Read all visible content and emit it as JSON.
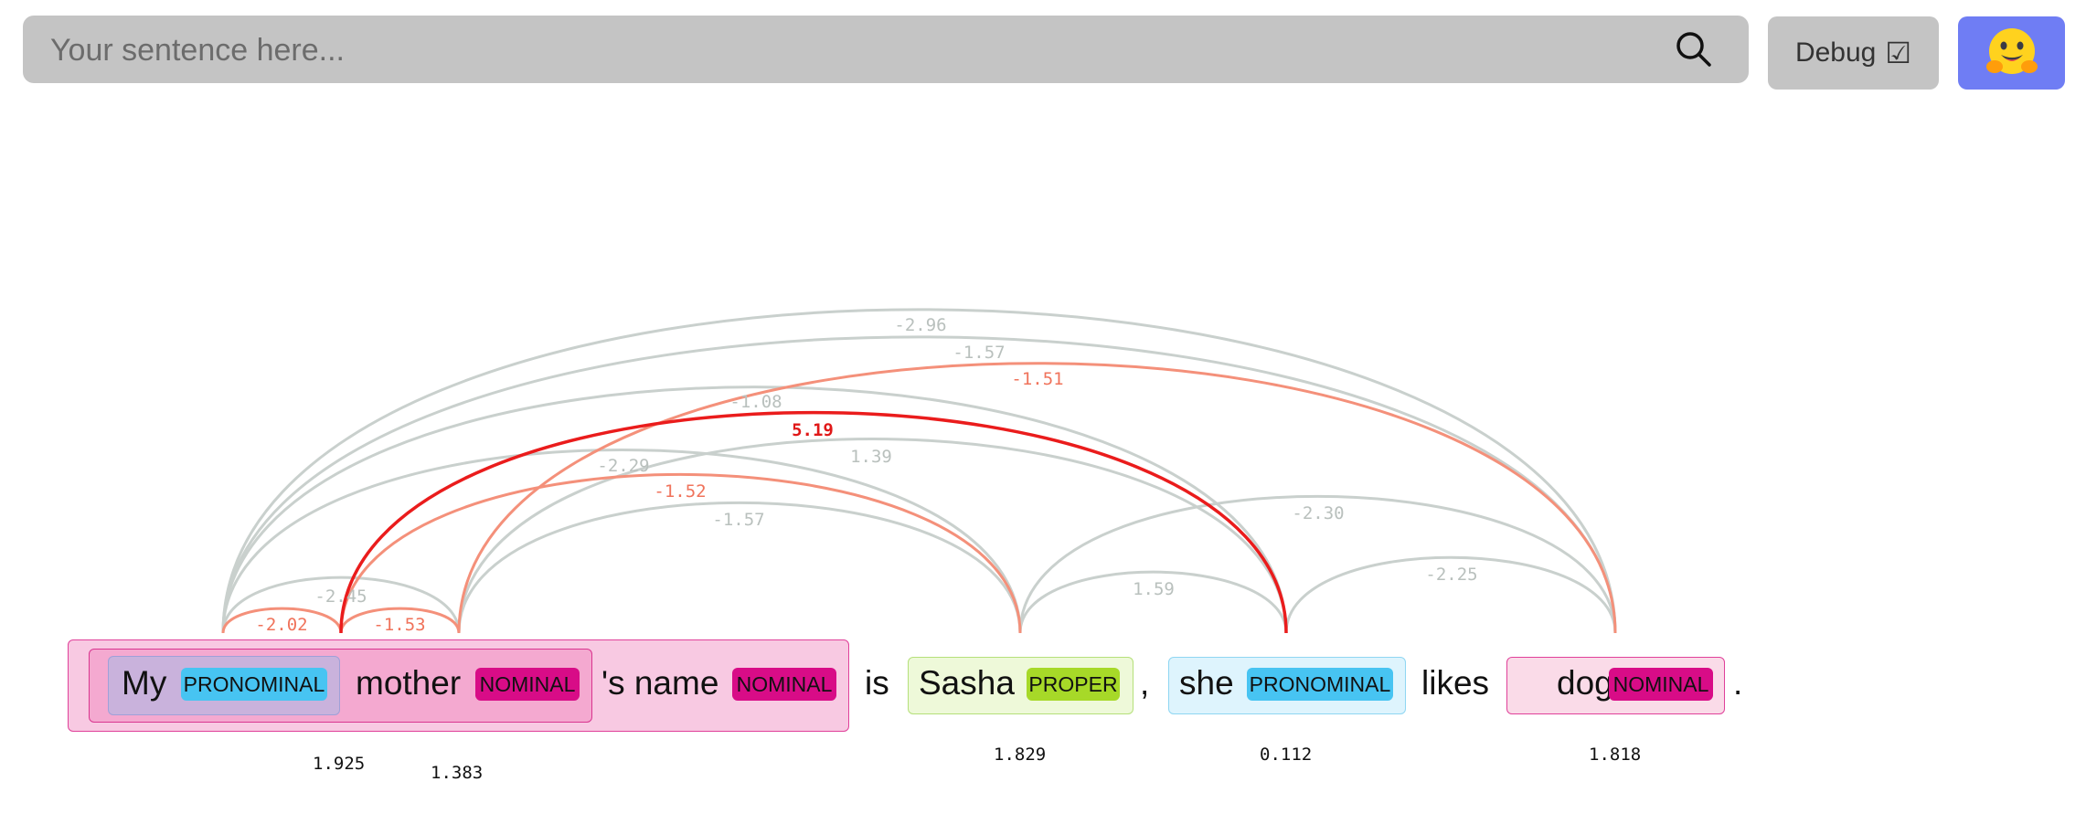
{
  "search": {
    "placeholder": "Your sentence here..."
  },
  "debug_button": {
    "label": "Debug",
    "checkbox": "☑"
  },
  "hf_button": {
    "icon": "hugging-face-logo"
  },
  "colors": {
    "pronominal": "#47c4f2",
    "nominal": "#d80c87",
    "proper": "#a7d928",
    "arc_gray": "#c9d0cd",
    "arc_orange": "#f4907a",
    "arc_red": "#ea1c1c"
  },
  "tokens": [
    "My",
    "mother",
    "'s name",
    "is",
    "Sasha",
    ",",
    "she",
    "likes",
    "dogs",
    "."
  ],
  "tags": [
    "PRONOMINAL",
    "NOMINAL",
    "NOMINAL",
    "PROPER",
    "PRONOMINAL",
    "NOMINAL"
  ],
  "scores": [
    "1.925",
    "1.383",
    "1.829",
    "0.112",
    "1.818"
  ],
  "arcs": [
    {
      "label": "-2.96",
      "color": "gray"
    },
    {
      "label": "-1.57",
      "color": "gray"
    },
    {
      "label": "-1.51",
      "color": "orange"
    },
    {
      "label": "-1.08",
      "color": "gray"
    },
    {
      "label": "5.19",
      "color": "red"
    },
    {
      "label": "1.39",
      "color": "gray"
    },
    {
      "label": "-2.29",
      "color": "gray"
    },
    {
      "label": "-1.52",
      "color": "orange"
    },
    {
      "label": "-1.57",
      "color": "gray"
    },
    {
      "label": "-2.30",
      "color": "gray"
    },
    {
      "label": "-2.45",
      "color": "gray"
    },
    {
      "label": "1.59",
      "color": "gray"
    },
    {
      "label": "-2.25",
      "color": "gray"
    },
    {
      "label": "-2.02",
      "color": "orange"
    },
    {
      "label": "-1.53",
      "color": "orange"
    }
  ]
}
